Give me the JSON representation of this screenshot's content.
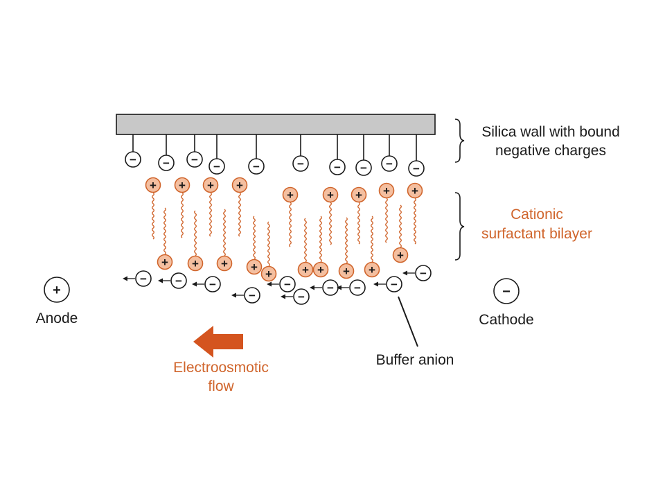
{
  "colors": {
    "wall_fill": "#c8c8c8",
    "ink": "#1a1a1a",
    "surfactant_head": "#f4bfa0",
    "surfactant_tail": "#d0652c",
    "accent_text": "#d0652c",
    "flow_arrow": "#d4541f"
  },
  "labels": {
    "wall": [
      "Silica wall with bound",
      "negative charges"
    ],
    "bilayer": [
      "Cationic",
      "surfactant bilayer"
    ],
    "anode": "Anode",
    "cathode": "Cathode",
    "buffer_anion": "Buffer anion",
    "flow": [
      "Electroosmotic",
      "flow"
    ]
  },
  "symbols": {
    "plus": "+",
    "minus": "−"
  },
  "electrodes": {
    "anode_charge": "+",
    "cathode_charge": "−"
  }
}
